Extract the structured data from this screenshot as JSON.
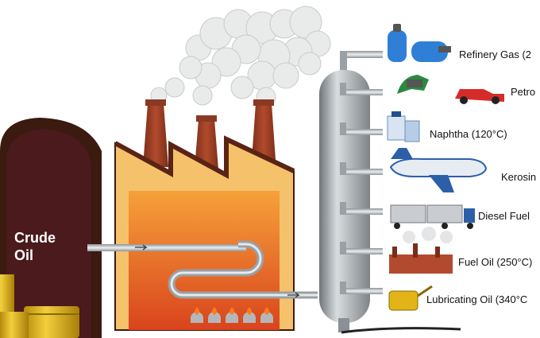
{
  "crude_oil": {
    "line1": "Crude",
    "line2": "Oil"
  },
  "products": [
    {
      "label": "Refinery Gas (2",
      "icon": "gas-cylinder-icon"
    },
    {
      "label": "Petro",
      "icon": "fuel-nozzle-car-icon"
    },
    {
      "label": "Naphtha (120°C)",
      "icon": "chemical-bottles-icon"
    },
    {
      "label": "Kerosin",
      "icon": "airplane-icon"
    },
    {
      "label": "Diesel Fuel",
      "icon": "truck-icon"
    },
    {
      "label": "Fuel Oil (250°C)",
      "icon": "factory-icon"
    },
    {
      "label": "Lubricating Oil (340°C",
      "icon": "oil-can-icon"
    }
  ],
  "colors": {
    "silo": "#3b1a10",
    "silo_interior": "#4a1a1c",
    "factory_wall": "#f5c16b",
    "furnace": "#e8732a",
    "chimney": "#a0442a",
    "column": "#9ea4a8",
    "pipe": "#bfc3c6",
    "barrel": "#e2b418"
  }
}
